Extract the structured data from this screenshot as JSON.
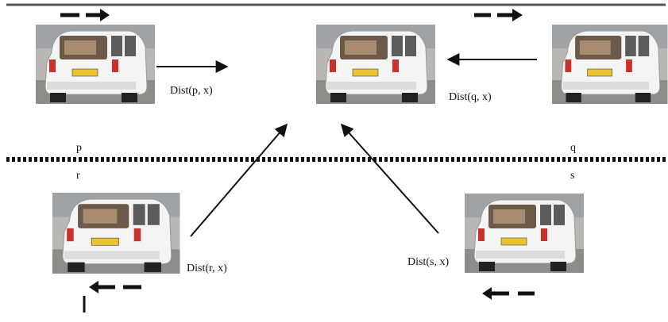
{
  "labels": {
    "p": "p",
    "q": "q",
    "r": "r",
    "s": "s",
    "dist_p": "Dist(p, x)",
    "dist_q": "Dist(q, x)",
    "dist_r": "Dist(r, x)",
    "dist_s": "Dist(s, x)"
  },
  "icons": {
    "vehicle": "white-hatchback-rear-icon",
    "direction_right": "dash-arrow-right-icon",
    "direction_left": "dash-arrow-left-icon"
  },
  "colors": {
    "line": "#111111",
    "car_body": "#f4f4f4",
    "photo_bg": "#b9b7b4"
  }
}
